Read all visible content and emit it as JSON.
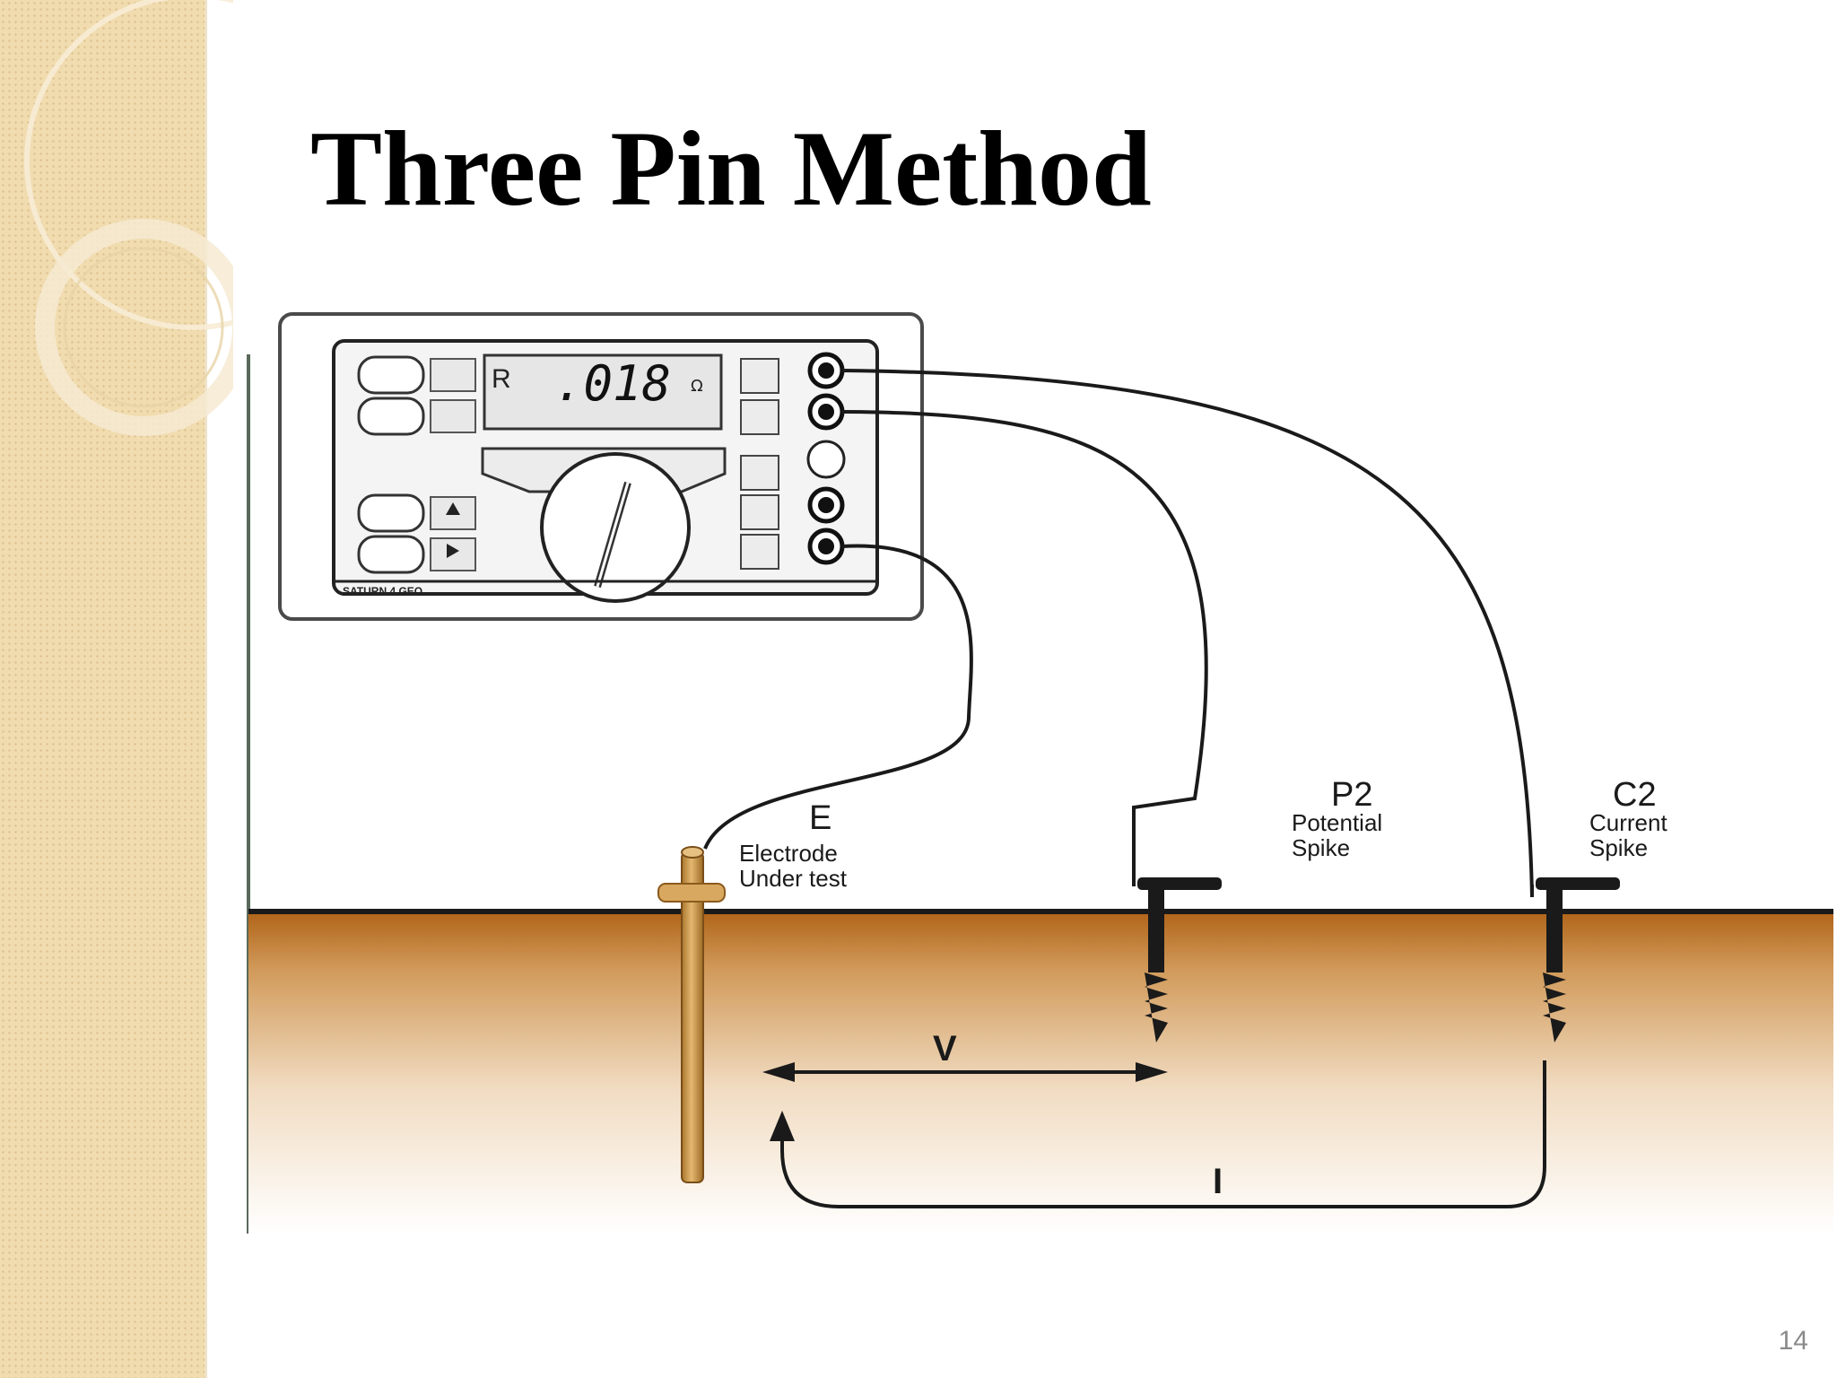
{
  "slide": {
    "title": "Three Pin Method",
    "page_number": "14"
  },
  "diagram": {
    "meter": {
      "display_prefix": "R",
      "display_value": ".018",
      "display_unit": "Ω",
      "brand": "SATURN 4 GEO"
    },
    "labels": {
      "E": "E",
      "E_desc_1": "Electrode",
      "E_desc_2": "Under test",
      "P2": "P2",
      "P2_desc_1": "Potential",
      "P2_desc_2": "Spike",
      "C2": "C2",
      "C2_desc_1": "Current",
      "C2_desc_2": "Spike",
      "V": "V",
      "I": "I"
    }
  },
  "colors": {
    "soil_top": "#b46a1e",
    "soil_bottom": "#ffffff",
    "rod": "#c9943f",
    "spike": "#1a1a1a"
  }
}
